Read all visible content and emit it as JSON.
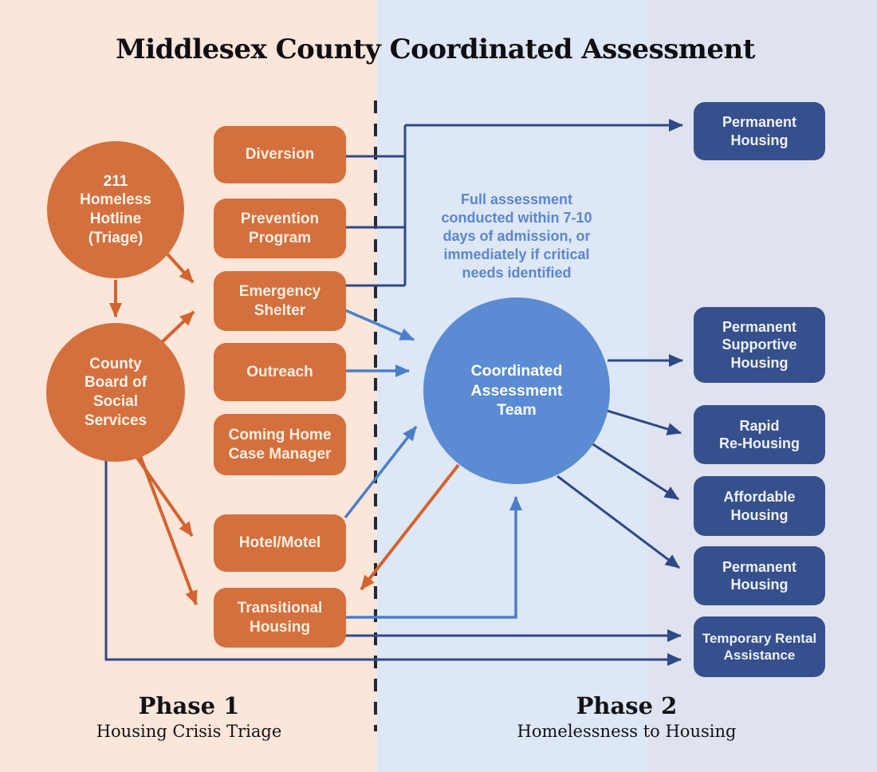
{
  "title": "Middlesex County Coordinated Assessment",
  "annotation": "Full assessment\nconducted within 7-10\ndays of admission, or\nimmediately if critical\nneeds identified",
  "phase1": {
    "heading": "Phase 1",
    "subheading": "Housing Crisis Triage"
  },
  "phase2": {
    "heading": "Phase 2",
    "subheading": "Homelessness to Housing"
  },
  "nodes": {
    "hotline": "211\nHomeless\nHotline\n(Triage)",
    "county_board": "County\nBoard of\nSocial\nServices",
    "diversion": "Diversion",
    "prevention_program": "Prevention\nProgram",
    "emergency_shelter": "Emergency\nShelter",
    "outreach": "Outreach",
    "coming_home_case_manager": "Coming Home\nCase Manager",
    "hotel_motel": "Hotel/Motel",
    "transitional_housing": "Transitional\nHousing",
    "coordinated_assessment_team": "Coordinated\nAssessment\nTeam",
    "permanent_housing_top": "Permanent\nHousing",
    "permanent_supportive_housing": "Permanent\nSupportive\nHousing",
    "rapid_rehousing": "Rapid\nRe-Housing",
    "affordable_housing": "Affordable\nHousing",
    "permanent_housing_lower": "Permanent\nHousing",
    "temporary_rental_assistance": "Temporary Rental\nAssistance"
  },
  "colors": {
    "phase1_background": "#fce5d9",
    "phase2_background": "#dde7f5",
    "outcomes_background": "#dfe2ef",
    "orange_node": "#d4703d",
    "orange_arrow": "#d4632f",
    "blue_circle": "#5a8bd3",
    "blue_arrow": "#4a80c8",
    "navy_node": "#36508d",
    "navy_arrow": "#2e4985",
    "annotation_text": "#5b86cd",
    "divider": "#232633"
  }
}
